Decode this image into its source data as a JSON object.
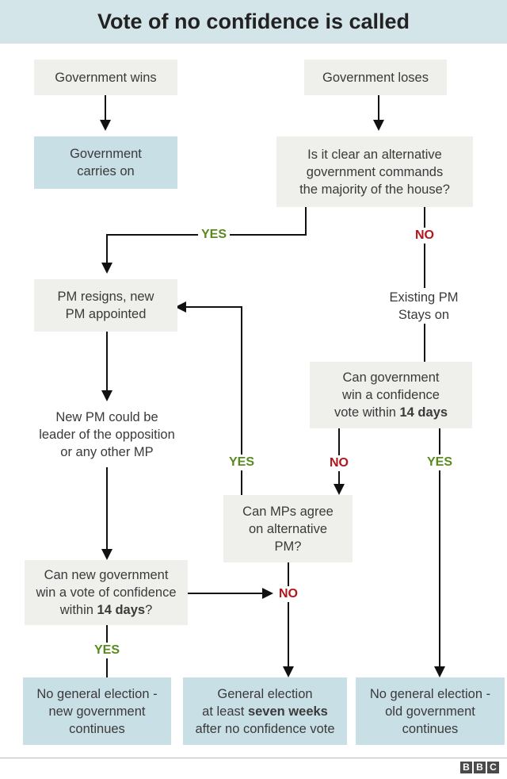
{
  "title": "Vote of no confidence is called",
  "nodes": {
    "government_wins": "Government wins",
    "government_loses": "Government loses",
    "government_carries_on": "Government\ncarries on",
    "alternative_government_question": "Is it clear an alternative\ngovernment commands\nthe majority of the house?",
    "pm_resigns": "PM resigns, new\nPM appointed",
    "existing_pm": "Existing PM\nStays on",
    "new_pm_could_be": "New PM could be\nleader of the opposition\nor any other MP",
    "confidence_vote_question": {
      "line1": "Can government",
      "line2": "win a confidence",
      "line3_pre": "vote within ",
      "line3_bold": "14 days"
    },
    "mps_agree_question": "Can MPs agree\non alternative\nPM?",
    "new_government_question": {
      "line1": "Can new government",
      "line2": "win a vote of confidence",
      "line3_pre": "within ",
      "line3_bold": "14 days",
      "line3_post": "?"
    },
    "no_election_new_gov": "No general election -\nnew government\ncontinues",
    "general_election": {
      "line1": "General election",
      "line2_pre": "at least ",
      "line2_bold": "seven weeks",
      "line3": "after no confidence vote"
    },
    "no_election_old_gov": "No general election -\nold government\ncontinues"
  },
  "labels": {
    "yes": "YES",
    "no": "NO"
  },
  "colors": {
    "question_box": "#efefec",
    "outcome_box": "#c9dfe6",
    "title_bar": "#d4e5ea",
    "yes": "#588a1e",
    "no": "#b3151a"
  },
  "footer": {
    "logo_letters": [
      "B",
      "B",
      "C"
    ]
  }
}
